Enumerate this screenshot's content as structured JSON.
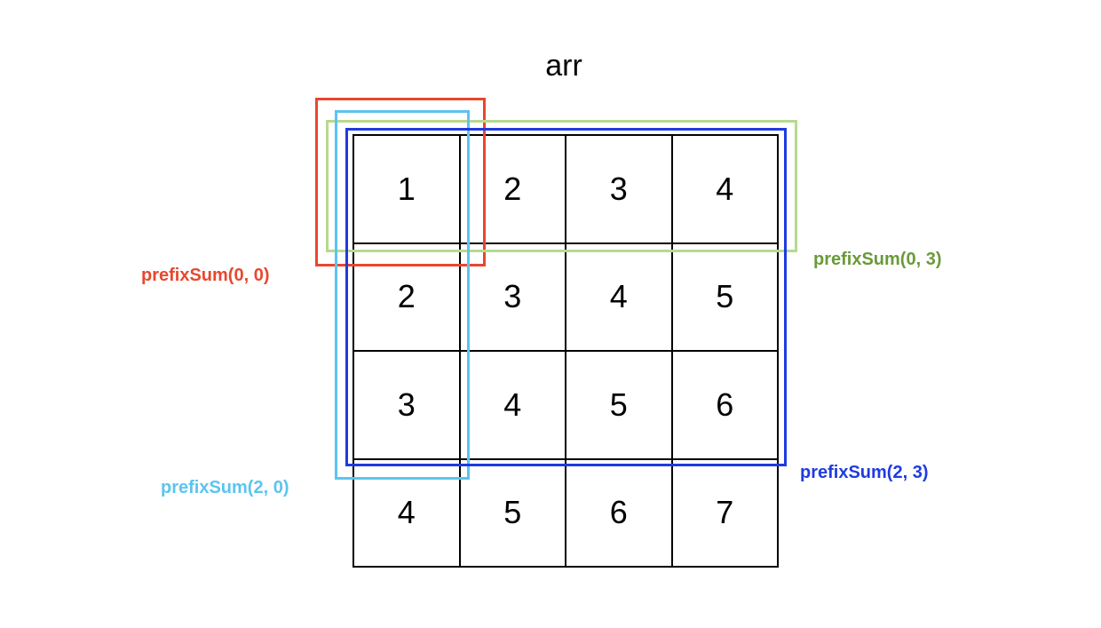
{
  "title": "arr",
  "grid": [
    [
      "1",
      "2",
      "3",
      "4"
    ],
    [
      "2",
      "3",
      "4",
      "5"
    ],
    [
      "3",
      "4",
      "5",
      "6"
    ],
    [
      "4",
      "5",
      "6",
      "7"
    ]
  ],
  "regions": [
    {
      "id": "red",
      "label": "prefixSum(0, 0)",
      "color": "#e8472e"
    },
    {
      "id": "green",
      "label": "prefixSum(0, 3)",
      "color": "#b7d98f",
      "label_color": "#6a9a3a"
    },
    {
      "id": "cyan",
      "label": "prefixSum(2, 0)",
      "color": "#5bc4f0"
    },
    {
      "id": "blue",
      "label": "prefixSum(2, 3)",
      "color": "#1f3be0"
    }
  ]
}
